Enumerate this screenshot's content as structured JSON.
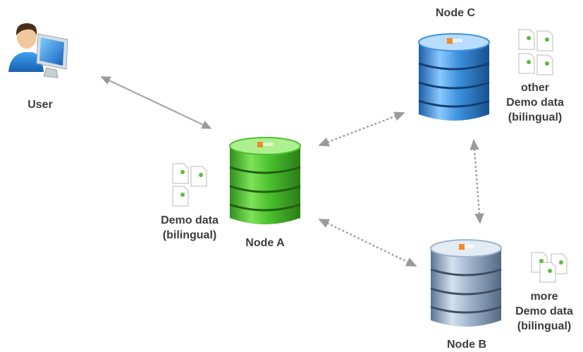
{
  "user": {
    "label": "User",
    "icon": "user-at-computer-icon"
  },
  "nodes": [
    {
      "id": "a",
      "label": "Node A",
      "color": "#4cc22e",
      "data_lines": [
        "Demo data",
        "(bilingual)"
      ]
    },
    {
      "id": "b",
      "label": "Node B",
      "color": "#9fb4cc",
      "data_lines": [
        "more",
        "Demo data",
        "(bilingual)"
      ]
    },
    {
      "id": "c",
      "label": "Node C",
      "color": "#3f93de",
      "data_lines": [
        "other",
        "Demo data",
        "(bilingual)"
      ]
    }
  ],
  "connections": [
    {
      "from": "user",
      "to": "node-a",
      "style": "solid"
    },
    {
      "from": "node-a",
      "to": "node-c",
      "style": "dotted"
    },
    {
      "from": "node-a",
      "to": "node-b",
      "style": "dotted"
    },
    {
      "from": "node-c",
      "to": "node-b",
      "style": "dotted"
    }
  ]
}
